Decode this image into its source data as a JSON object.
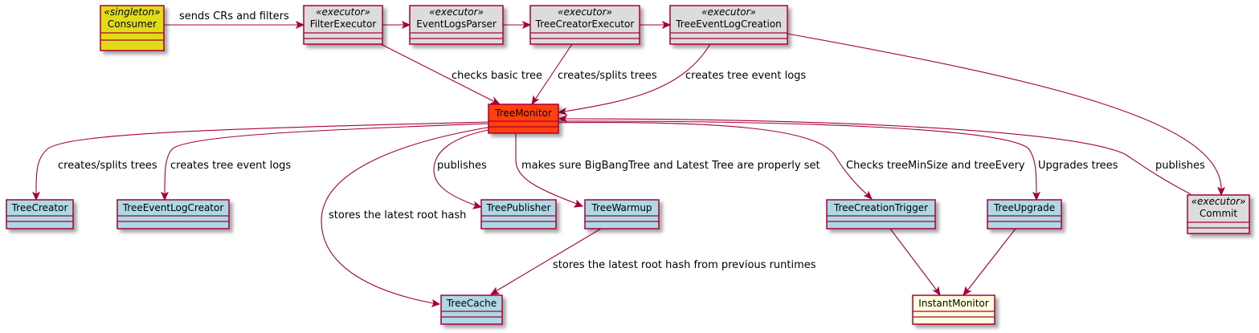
{
  "diagram": {
    "colors": {
      "border": "#A80036",
      "executor": "#DDDCDC",
      "singleton": "#E2DC13",
      "monitor": "#FF3F0F",
      "component": "#ADD8E6",
      "instant": "#FFFFE0"
    },
    "nodes": {
      "consumer": {
        "stereotype": "«singleton»",
        "name": "Consumer"
      },
      "filter_executor": {
        "stereotype": "«executor»",
        "name": "FilterExecutor"
      },
      "event_logs_parser": {
        "stereotype": "«executor»",
        "name": "EventLogsParser"
      },
      "tree_creator_executor": {
        "stereotype": "«executor»",
        "name": "TreeCreatorExecutor"
      },
      "tree_event_log_creation": {
        "stereotype": "«executor»",
        "name": "TreeEventLogCreation"
      },
      "tree_monitor": {
        "name": "TreeMonitor"
      },
      "tree_creator": {
        "name": "TreeCreator"
      },
      "tree_event_log_creator": {
        "name": "TreeEventLogCreator"
      },
      "tree_publisher": {
        "name": "TreePublisher"
      },
      "tree_warmup": {
        "name": "TreeWarmup"
      },
      "tree_creation_trigger": {
        "name": "TreeCreationTrigger"
      },
      "tree_upgrade": {
        "name": "TreeUpgrade"
      },
      "commit": {
        "stereotype": "«executor»",
        "name": "Commit"
      },
      "tree_cache": {
        "name": "TreeCache"
      },
      "instant_monitor": {
        "name": "InstantMonitor"
      }
    },
    "edges": {
      "consumer_filter": "sends CRs and filters",
      "filter_monitor": "checks basic tree",
      "creator_exec_monitor": "creates/splits trees",
      "event_log_creation_monitor": "creates tree event logs",
      "monitor_tree_creator": "creates/splits trees",
      "monitor_event_log_creator": "creates tree event logs",
      "monitor_cache": "stores the latest root hash",
      "monitor_publisher": "publishes",
      "monitor_warmup": "makes sure BigBangTree and Latest Tree are properly set",
      "monitor_trigger": "Checks treeMinSize and treeEvery",
      "monitor_upgrade": "Upgrades trees",
      "commit_monitor": "publishes",
      "warmup_cache": "stores the latest root hash from previous runtimes"
    }
  }
}
